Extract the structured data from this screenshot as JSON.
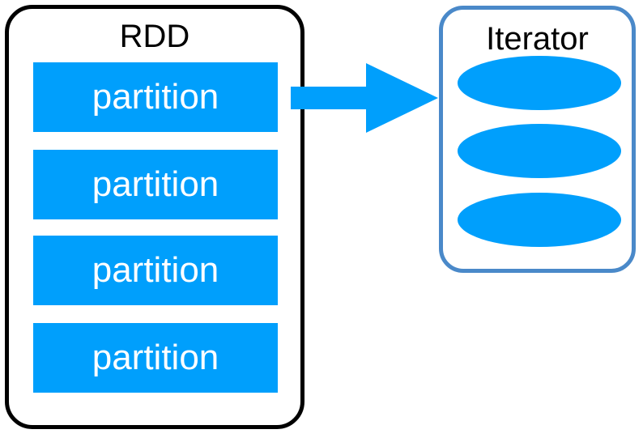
{
  "rdd": {
    "title": "RDD",
    "partitions": [
      "partition",
      "partition",
      "partition",
      "partition"
    ]
  },
  "iterator": {
    "title": "Iterator",
    "element_count": 3
  },
  "colors": {
    "partition_fill": "#009ffc",
    "partition_text": "#ffffff",
    "rdd_border": "#000000",
    "iterator_border": "#4a89c9",
    "element_fill": "#009ffc",
    "arrow_fill": "#009ffc"
  }
}
